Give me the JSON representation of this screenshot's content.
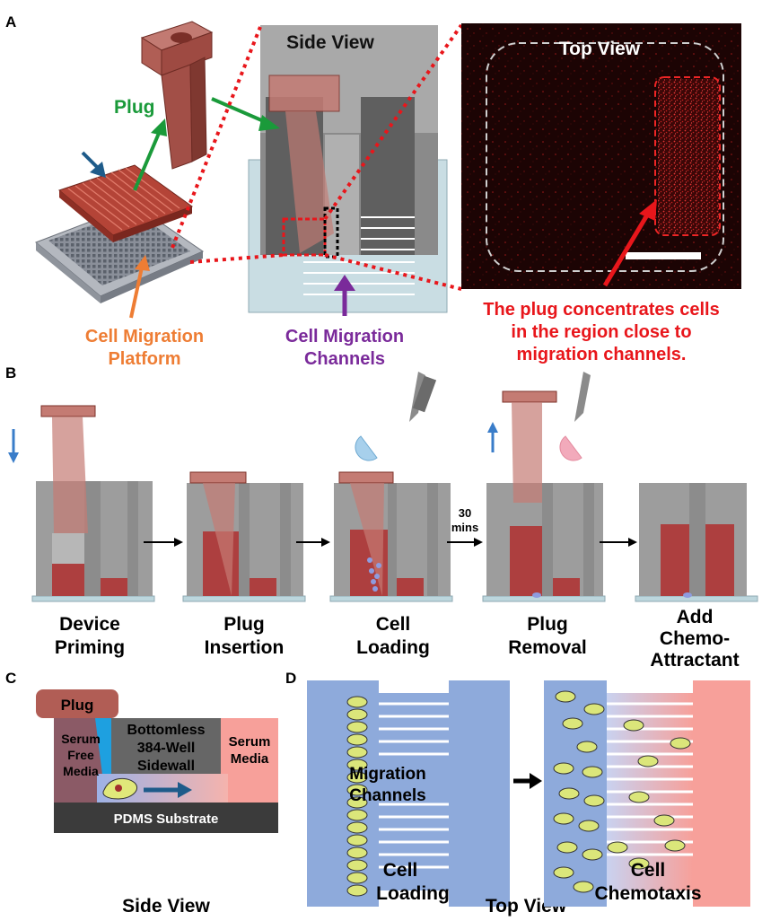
{
  "panel_letters": {
    "a": "A",
    "b": "B",
    "c": "C",
    "d": "D"
  },
  "panel_a": {
    "plug_label": "Plug",
    "platform_label_line1": "Cell Migration",
    "platform_label_line2": "Platform",
    "side_view_title": "Side View",
    "channels_label_line1": "Cell Migration",
    "channels_label_line2": "Channels",
    "top_view_title": "Top View",
    "caption_line1": "The plug concentrates cells",
    "caption_line2": "in the region close to",
    "caption_line3": "migration channels."
  },
  "panel_b": {
    "time_label_line1": "30",
    "time_label_line2": "mins",
    "steps": [
      {
        "line1": "Device",
        "line2": "Priming"
      },
      {
        "line1": "Plug",
        "line2": "Insertion"
      },
      {
        "line1": "Cell",
        "line2": "Loading"
      },
      {
        "line1": "Plug",
        "line2": "Removal"
      },
      {
        "line1": "Add",
        "line2": "Chemo-",
        "line3": "Attractant"
      }
    ]
  },
  "panel_c": {
    "plug_label": "Plug",
    "serum_free_line1": "Serum",
    "serum_free_line2": "Free",
    "serum_free_line3": "Media",
    "sidewall_line1": "Bottomless",
    "sidewall_line2": "384-Well",
    "sidewall_line3": "Sidewall",
    "serum_line1": "Serum",
    "serum_line2": "Media",
    "substrate_label": "PDMS Substrate",
    "caption": "Side View"
  },
  "panel_d": {
    "channels_line1": "Migration",
    "channels_line2": "Channels",
    "loading_line1": "Cell",
    "loading_line2": "Loading",
    "top_view_label": "Top View",
    "chemotaxis_line1": "Cell",
    "chemotaxis_line2": "Chemotaxis"
  },
  "colors": {
    "plug": "#b15d55",
    "media_red": "#a93c3c",
    "arrow_green": "#1a9a3a",
    "arrow_orange": "#ee7d34",
    "arrow_purple": "#7a2a9a",
    "arrow_red": "#e8161b",
    "arrow_navy": "#1e5b8a",
    "reservoir_blue": "#8eaadb",
    "serum_pink": "#f7a09a"
  }
}
